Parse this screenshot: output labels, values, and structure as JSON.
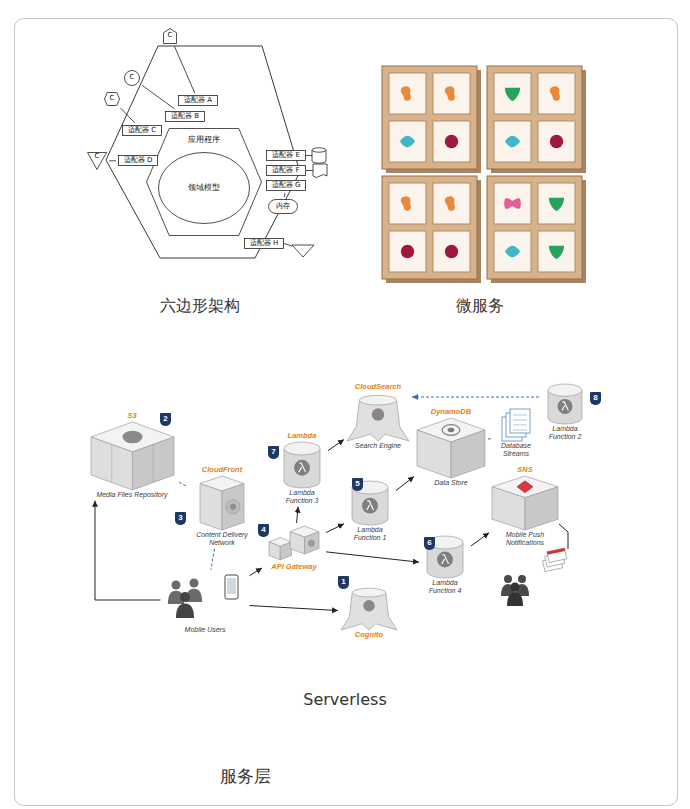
{
  "diagram": {
    "caption": "服务层",
    "nodes": [
      {
        "text": [
          "C"
        ]
      },
      {
        "text": [
          "C"
        ]
      },
      {
        "text": [
          "C"
        ]
      },
      {
        "text": [
          "适配器 A"
        ]
      },
      {
        "text": [
          "适配器 B"
        ]
      },
      {
        "text": [
          "适配器 C"
        ]
      },
      {
        "text": [
          "应用程序"
        ]
      },
      {
        "text": [
          "领域模型"
        ],
        "in": 6
      },
      {
        "text": [
          "C"
        ]
      },
      {
        "text": [
          "适配器 D"
        ]
      },
      {
        "text": [
          "适配器 E"
        ]
      },
      {
        "text": [
          "适配器 F"
        ]
      },
      {
        "text": [
          "适配器 G"
        ]
      },
      {
        "text": [
          "内存"
        ]
      },
      {
        "text": [
          "适配器 H"
        ]
      },
      {
        "text": [
          "Lambda Function 2"
        ]
      },
      {
        "text": [
          "CloudSearch",
          "Search Engine"
        ]
      },
      {
        "text": [
          "S3",
          "Media Files Repository"
        ]
      },
      {
        "text": [
          "Database Streams"
        ]
      },
      {
        "text": [
          "DynamoDB",
          "Data Store"
        ]
      },
      {
        "text": [
          "Lambda",
          "Lambda Function 3"
        ]
      },
      {
        "text": [
          "SNS",
          "Mobile Push Notifications"
        ]
      },
      {
        "text": [
          "CloudFront",
          "Content Delivery Network"
        ]
      },
      {
        "text": [
          "Lambda Function 1"
        ]
      },
      {
        "text": [
          "API Gateway"
        ]
      },
      {
        "text": [
          "Lambda Function 4"
        ]
      },
      {
        "text": [
          "Mobile Users"
        ]
      },
      {
        "text": [
          "Cognito"
        ]
      }
    ],
    "edges": [
      {
        "from": 0,
        "to": 3,
        "arrow": "none"
      },
      {
        "from": 1,
        "to": 4,
        "arrow": "none"
      },
      {
        "from": 2,
        "to": 5,
        "arrow": "none"
      },
      {
        "from": 8,
        "to": 9,
        "arrow": "none"
      },
      {
        "from": 12,
        "to": 13,
        "arrow": "none"
      },
      {
        "from": 26,
        "to": 17,
        "arrow": "to"
      },
      {
        "from": 17,
        "to": 22,
        "arrow": "none"
      },
      {
        "from": 22,
        "to": 26,
        "arrow": "none"
      },
      {
        "from": 26,
        "to": 24,
        "arrow": "to"
      },
      {
        "from": 26,
        "to": 27,
        "arrow": "to"
      },
      {
        "from": 24,
        "to": 20,
        "arrow": "to"
      },
      {
        "from": 24,
        "to": 23,
        "arrow": "to"
      },
      {
        "from": 24,
        "to": 25,
        "arrow": "to"
      },
      {
        "from": 20,
        "to": 16,
        "arrow": "to"
      },
      {
        "from": 23,
        "to": 19,
        "arrow": "to"
      },
      {
        "from": 19,
        "to": 18,
        "arrow": "none"
      },
      {
        "from": 18,
        "to": 15,
        "arrow": "none"
      },
      {
        "from": 15,
        "to": 16,
        "arrow": "to"
      },
      {
        "from": 25,
        "to": 21,
        "arrow": "to"
      }
    ],
    "labels": [
      "六边形架构",
      "微服务",
      "Serverless",
      "2",
      "3",
      "7",
      "5",
      "4",
      "1",
      "6",
      "8"
    ]
  }
}
